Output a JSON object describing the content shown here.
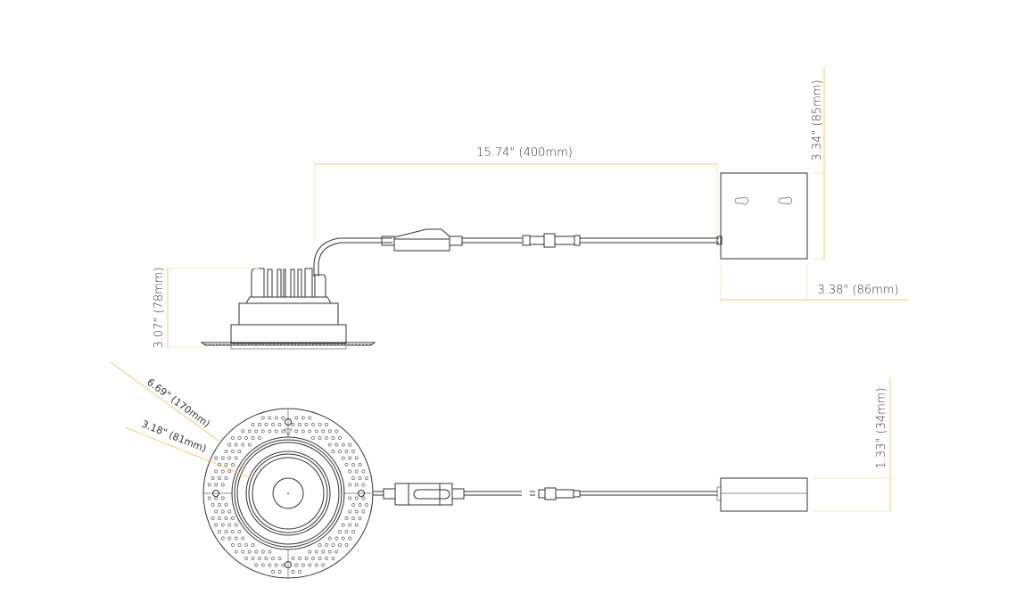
{
  "dimensions": {
    "cable_length": "15.74\" (400mm)",
    "driver_height": "3.34\" (85mm)",
    "driver_width": "3.38\" (86mm)",
    "fixture_height": "3.07\" (78mm)",
    "outer_diameter": "6.69\" (170mm)",
    "inner_diameter": "3.18\" (81mm)",
    "driver_depth": "1.33\" (34mm)"
  },
  "colors": {
    "dimension_line": "#f3c46a",
    "outline": "#333333"
  }
}
